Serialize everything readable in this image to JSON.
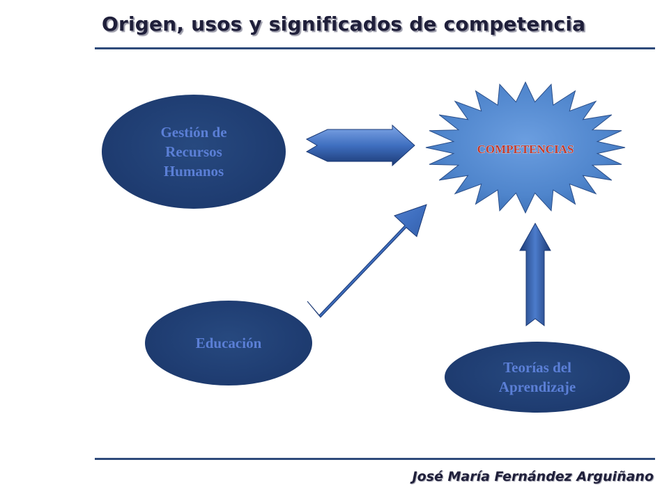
{
  "header": {
    "title": "Origen, usos y significados de competencia"
  },
  "footer": {
    "author": "José María Fernández Arguiñano"
  },
  "diagram": {
    "center": {
      "label": "COMPETENCIAS"
    },
    "nodes": [
      {
        "id": "hr",
        "label": "Gestión de\nRecursos\nHumanos"
      },
      {
        "id": "edu",
        "label": "Educación"
      },
      {
        "id": "theory",
        "label": "Teorías del\nAprendizaje"
      }
    ],
    "edges": [
      {
        "from": "Gestión de Recursos Humanos",
        "to": "COMPETENCIAS"
      },
      {
        "from": "Educación",
        "to": "COMPETENCIAS"
      },
      {
        "from": "Teorías del Aprendizaje",
        "to": "COMPETENCIAS"
      }
    ],
    "colors": {
      "node_fill": "#1f3d72",
      "node_text": "#5b7fd6",
      "burst_fill": "#5b8ed2",
      "arrow_fill": "#3f6fc0",
      "center_text": "#c0392b",
      "rule": "#2e4a7a"
    }
  }
}
